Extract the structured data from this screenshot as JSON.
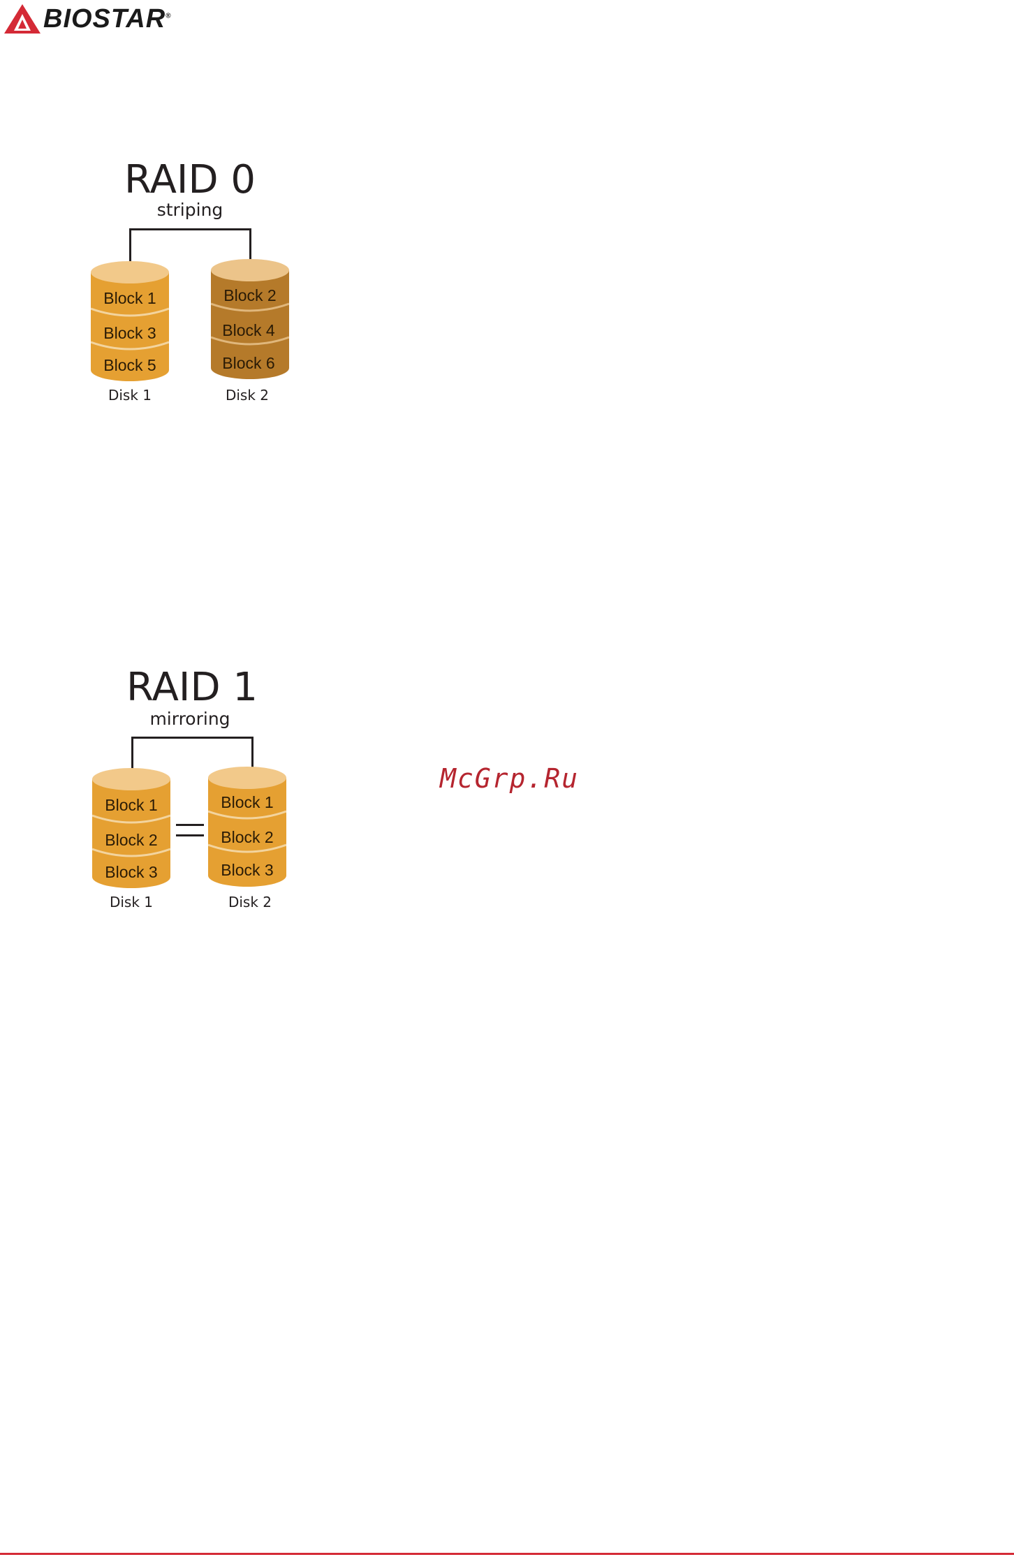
{
  "header": {
    "brand_name": "BIOSTAR",
    "brand_color": "#d42a36"
  },
  "raid0": {
    "title": "RAID 0",
    "subtitle": "striping",
    "disks": [
      {
        "label": "Disk 1",
        "blocks": [
          "Block 1",
          "Block 3",
          "Block 5"
        ],
        "color": "#e5a032",
        "top_color": "#f2c98a"
      },
      {
        "label": "Disk 2",
        "blocks": [
          "Block 2",
          "Block 4",
          "Block 6"
        ],
        "color": "#b57a2a",
        "top_color": "#ecc48a"
      }
    ]
  },
  "raid1": {
    "title": "RAID 1",
    "subtitle": "mirroring",
    "disks": [
      {
        "label": "Disk 1",
        "blocks": [
          "Block 1",
          "Block 2",
          "Block 3"
        ],
        "color": "#e5a032",
        "top_color": "#f2c98a"
      },
      {
        "label": "Disk 2",
        "blocks": [
          "Block 1",
          "Block 2",
          "Block 3"
        ],
        "color": "#e5a032",
        "top_color": "#f2c98a"
      }
    ]
  },
  "watermark": "McGrp.Ru"
}
